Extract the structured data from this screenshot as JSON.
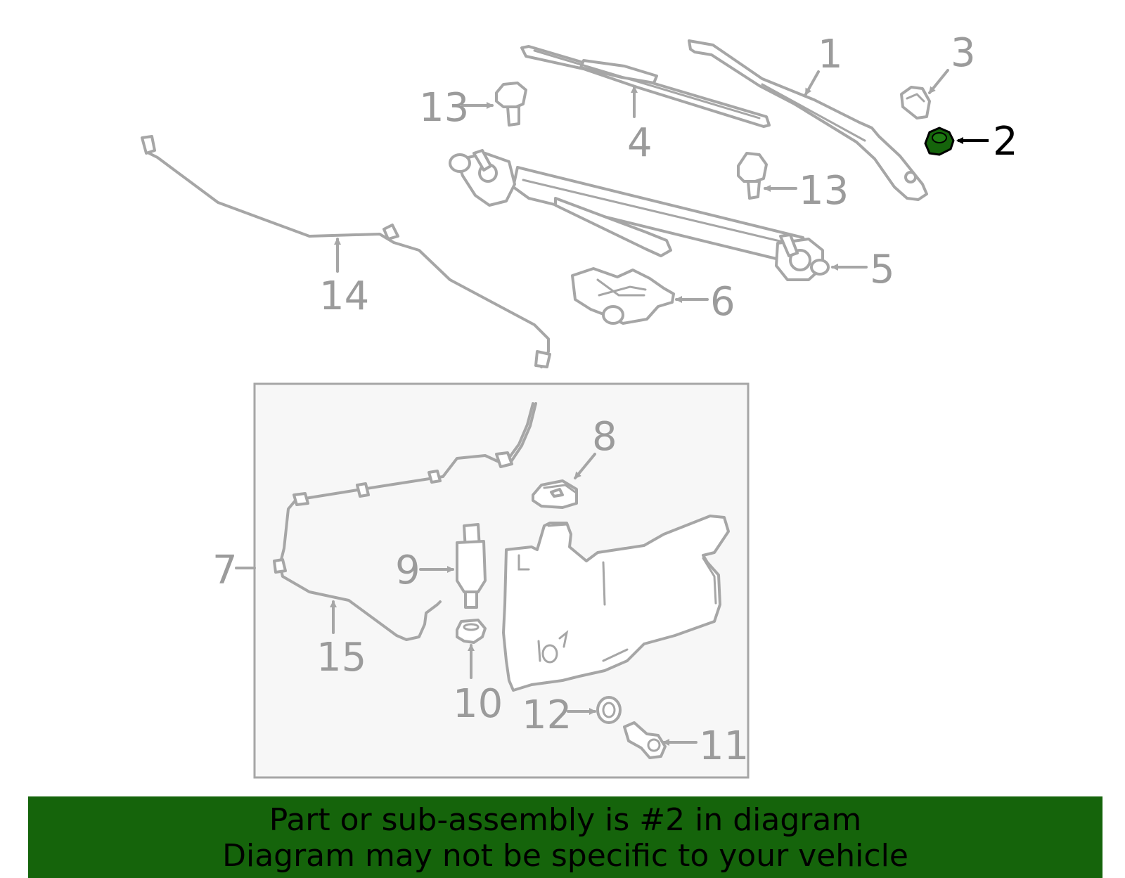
{
  "labels": {
    "c1": "1",
    "c2": "2",
    "c3": "3",
    "c4": "4",
    "c5": "5",
    "c6": "6",
    "c7": "7",
    "c8": "8",
    "c9": "9",
    "c10": "10",
    "c11": "11",
    "c12": "12",
    "c13a": "13",
    "c13b": "13",
    "c14": "14",
    "c15": "15"
  },
  "highlight": {
    "part": "2",
    "color": "#15640b"
  },
  "banner": {
    "line1": "Part or sub-assembly is #2 in diagram",
    "line2": "Diagram may not be specific to your vehicle"
  }
}
